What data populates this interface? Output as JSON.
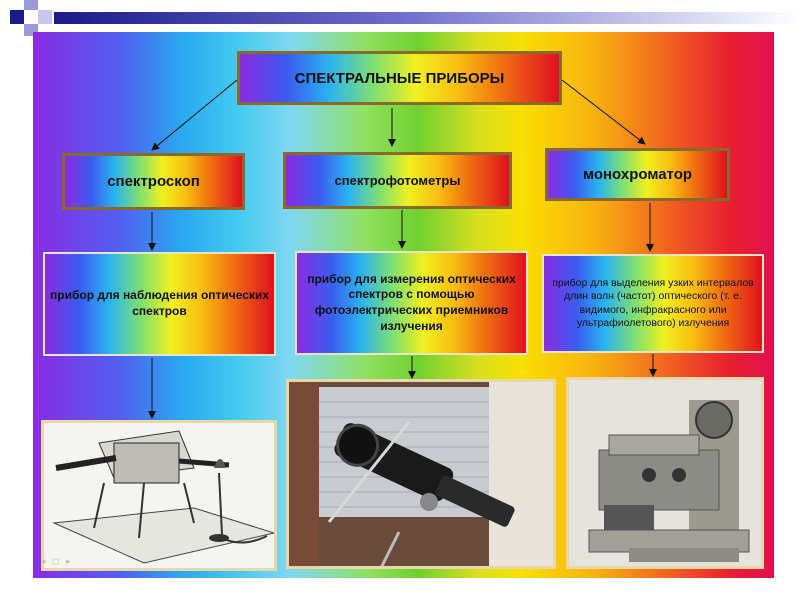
{
  "diagram": {
    "title": "СПЕКТРАЛЬНЫЕ ПРИБОРЫ",
    "categories": [
      {
        "name": "спектроскоп",
        "description": "прибор для наблюдения оптических спектров"
      },
      {
        "name": "спектрофотометры",
        "description": "прибор для измерения оптических спектров с помощью фотоэлектрических приемников излучения"
      },
      {
        "name": "монохроматор",
        "description": "прибор для выделения узких интервалов длин волн (частот) оптического (т. е. видимого, инфракрасного или ультрафиолетового) излучения"
      }
    ]
  },
  "colors": {
    "box_border": "#8a6a2a",
    "photo_border": "#e8d8a8",
    "deco_dark": "#1a1a8a"
  },
  "icons": [
    "arrow-icon"
  ]
}
